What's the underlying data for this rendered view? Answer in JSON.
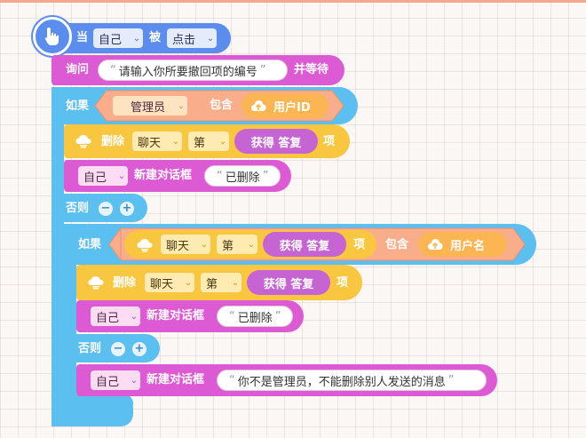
{
  "event": {
    "when": "当",
    "object": "自己",
    "is": "被",
    "action": "点击"
  },
  "ask": {
    "label": "询问",
    "text": "请输入你所要撤回项的编号",
    "and_wait": "并等待"
  },
  "if1": {
    "if_label": "如果",
    "role": "管理员",
    "contains": "包含",
    "user_id": "用户ID",
    "delete": {
      "label": "删除",
      "list": "聊天",
      "nth": "第",
      "get_answer": "获得 答复",
      "item": "项"
    },
    "dialog": {
      "target": "自己",
      "label": "新建对话框",
      "text": "已删除"
    },
    "else_label": "否则",
    "minus": "−",
    "plus": "+"
  },
  "if2": {
    "if_label": "如果",
    "list": "聊天",
    "nth": "第",
    "get_answer": "获得 答复",
    "item": "项",
    "contains": "包含",
    "username": "用户名",
    "delete": {
      "label": "删除",
      "list": "聊天",
      "nth": "第",
      "get_answer": "获得 答复",
      "item": "项"
    },
    "dialog": {
      "target": "自己",
      "label": "新建对话框",
      "text": "已删除"
    },
    "else_label": "否则",
    "minus": "−",
    "plus": "+",
    "else_dialog": {
      "target": "自己",
      "label": "新建对话框",
      "text": "你不是管理员，不能删除别人发送的消息"
    }
  },
  "colors": {
    "event": "#5b8def",
    "looks": "#dc5ad3",
    "control": "#5bc0f0",
    "operator": "#f9ad8a",
    "data": "#f9c640",
    "variable": "#fbb553",
    "sensing": "#c664d3"
  }
}
